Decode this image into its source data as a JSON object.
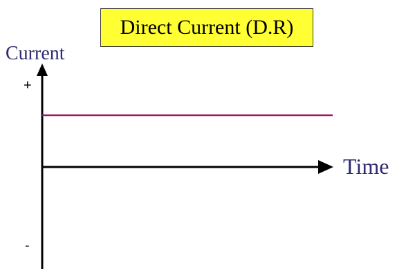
{
  "title": "Direct Current (D.R)",
  "y_axis": {
    "label": "Current",
    "positive_sign": "+",
    "negative_sign": "-"
  },
  "x_axis": {
    "label": "Time"
  },
  "colors": {
    "title_background": "#ffff33",
    "axis_label": "#2e2a6e",
    "current_line": "#a0156a",
    "axis": "#000000"
  },
  "chart_data": {
    "type": "line",
    "series": [
      {
        "x": [
          0,
          1
        ],
        "y": [
          1,
          1
        ]
      }
    ],
    "xlim": [
      0,
      1.1
    ],
    "ylim": [
      -1.7,
      1.8
    ],
    "grid": false
  }
}
